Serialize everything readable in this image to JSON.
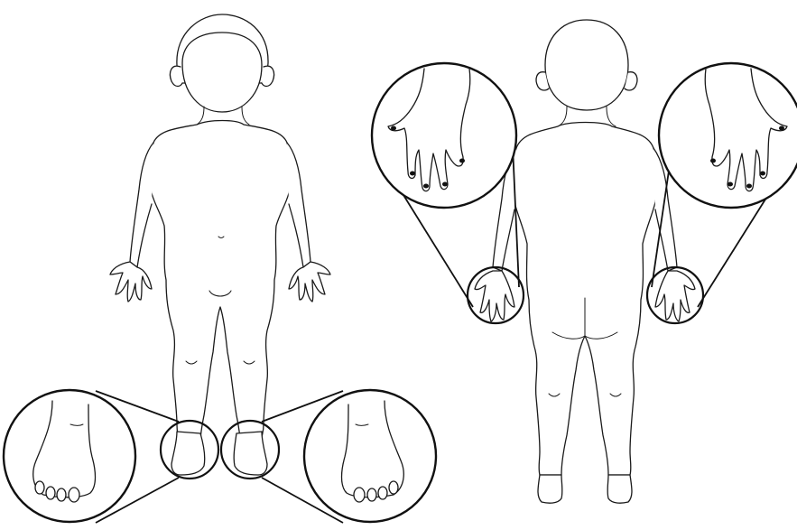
{
  "diagram": {
    "panels": [
      {
        "view": "front",
        "insets": [
          "left-foot",
          "right-foot"
        ]
      },
      {
        "view": "back",
        "insets": [
          "left-hand",
          "right-hand"
        ]
      }
    ],
    "colors": {
      "line": "#1a1a1a",
      "background": "#ffffff"
    }
  }
}
